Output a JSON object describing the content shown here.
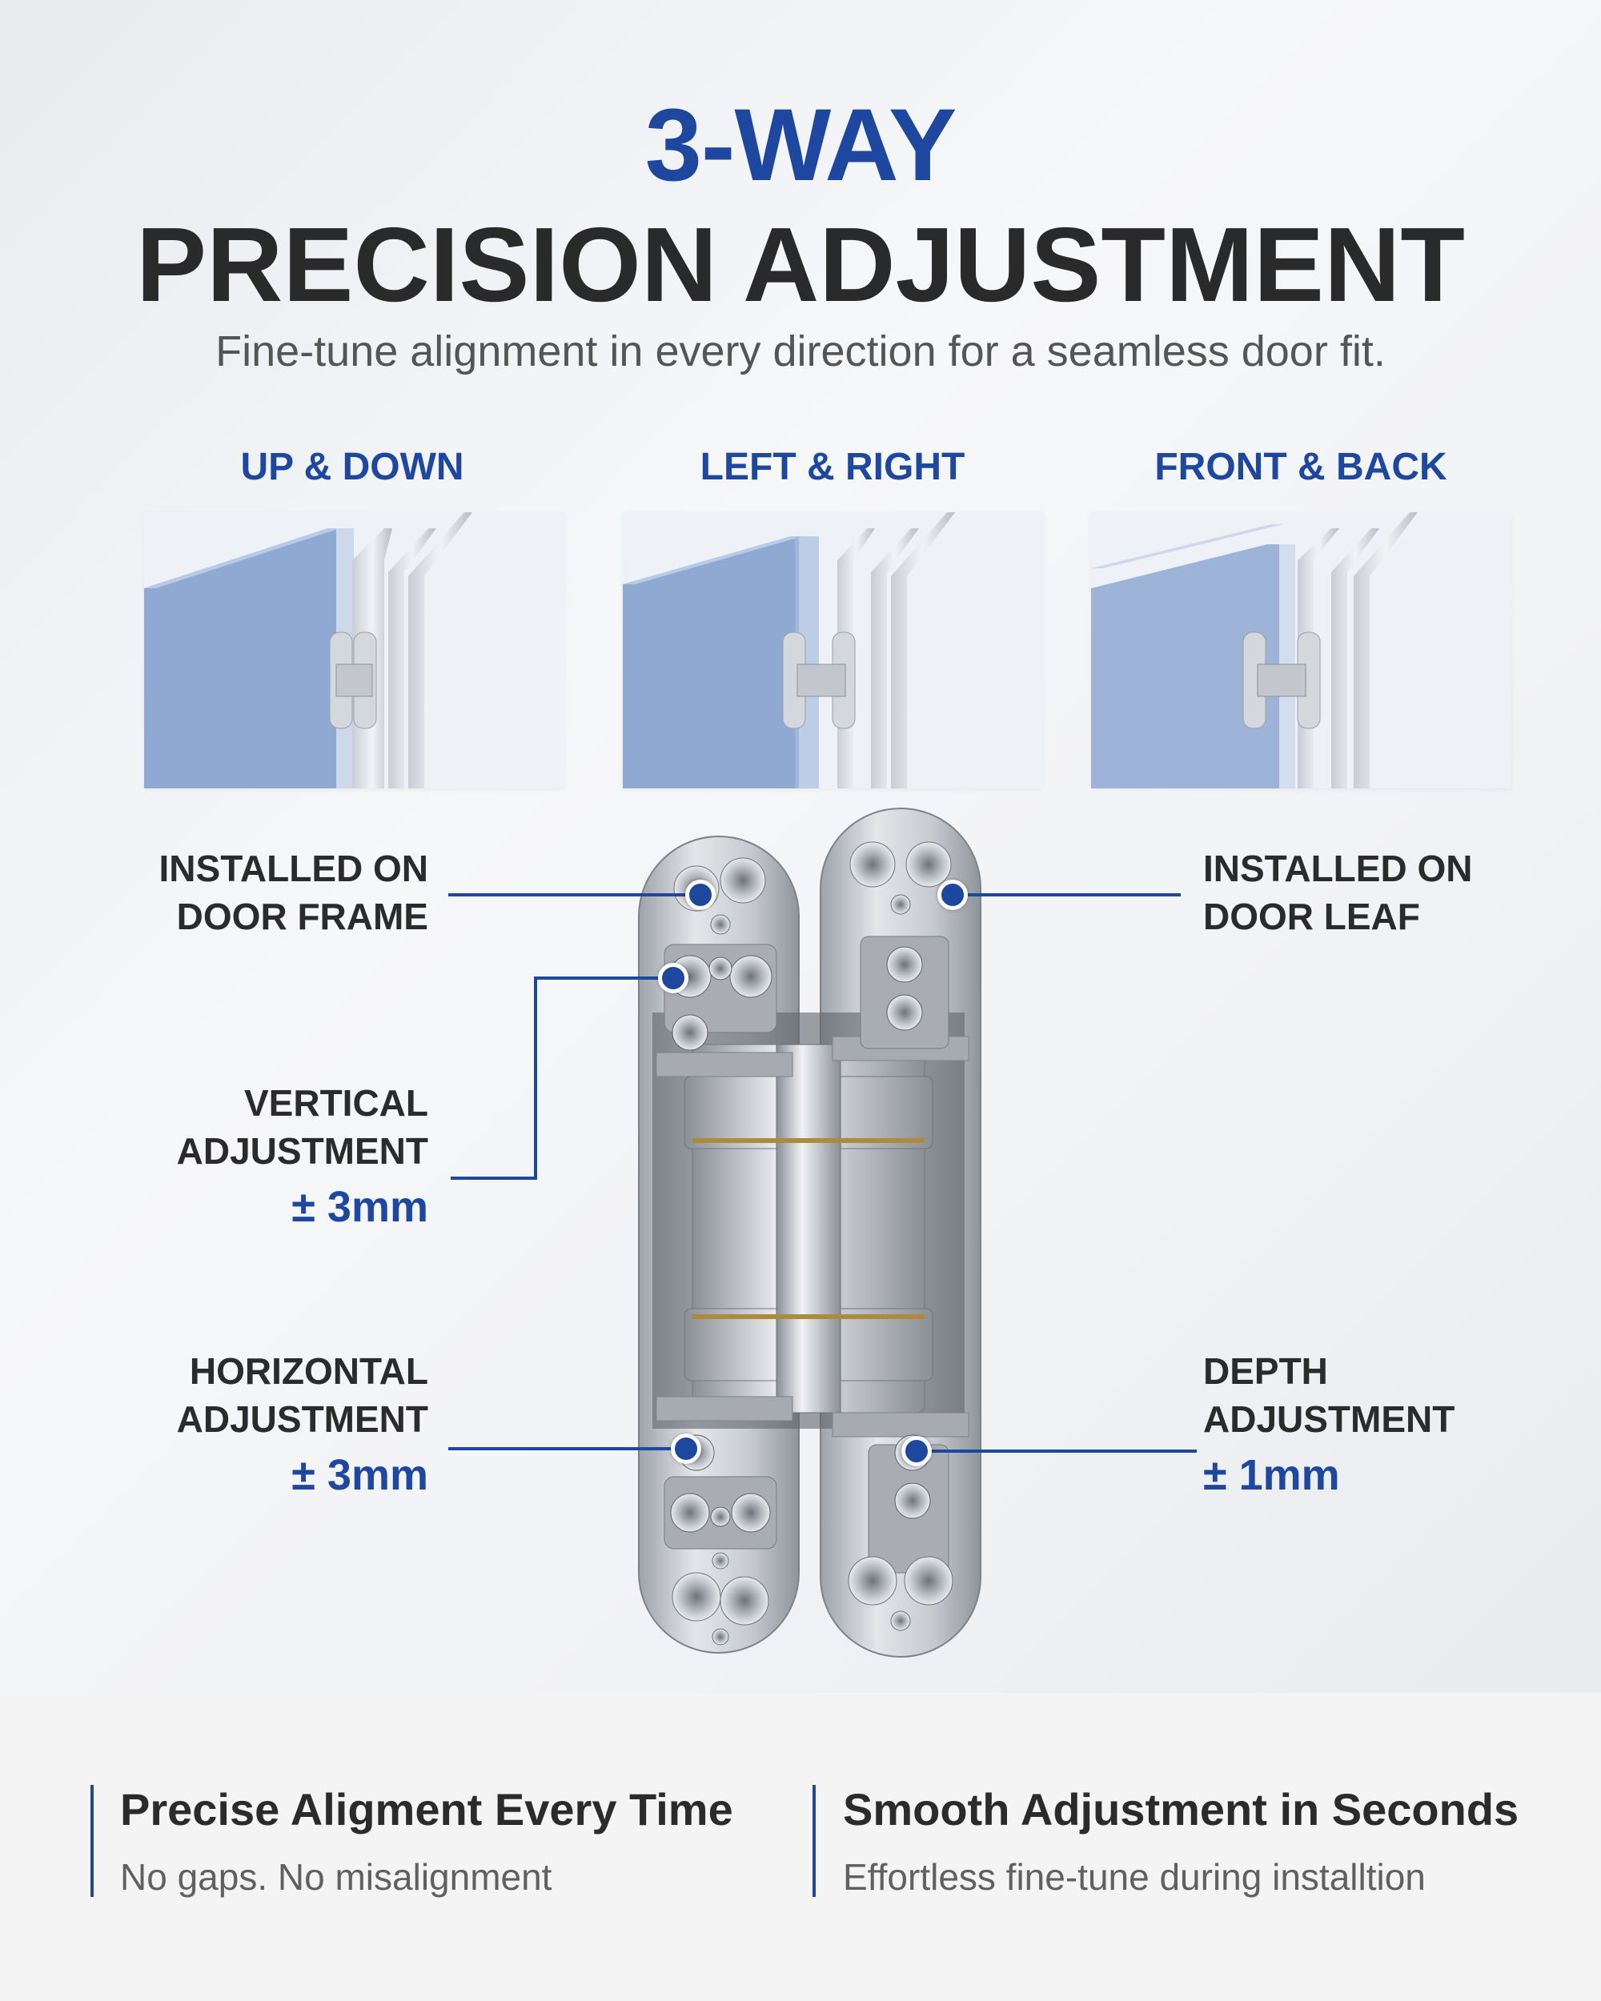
{
  "header": {
    "title_accent": "3-WAY",
    "title_main": "PRECISION ADJUSTMENT",
    "subtitle": "Fine-tune alignment in every direction for a seamless door fit."
  },
  "directions": [
    {
      "label": "UP & DOWN"
    },
    {
      "label": "LEFT & RIGHT"
    },
    {
      "label": "FRONT & BACK"
    }
  ],
  "callouts": {
    "frame": {
      "line1": "INSTALLED ON",
      "line2": "DOOR FRAME"
    },
    "leaf": {
      "line1": "INSTALLED ON",
      "line2": "DOOR LEAF"
    },
    "vertical": {
      "line1": "VERTICAL",
      "line2": "ADJUSTMENT",
      "value": "± 3mm"
    },
    "horizontal": {
      "line1": "HORIZONTAL",
      "line2": "ADJUSTMENT",
      "value": "± 3mm"
    },
    "depth": {
      "line1": "DEPTH",
      "line2": "ADJUSTMENT",
      "value": "± 1mm"
    }
  },
  "features": [
    {
      "title": "Precise Aligment Every Time",
      "desc": "No gaps. No misalignment"
    },
    {
      "title": "Smooth Adjustment in Seconds",
      "desc": "Effortless fine-tune during installtion"
    }
  ],
  "colors": {
    "accent": "#1e48a0",
    "text": "#2b2b2b",
    "door": "#8fa9d2"
  },
  "icons": [
    "hinge-illustration",
    "door-panel-illustration"
  ]
}
